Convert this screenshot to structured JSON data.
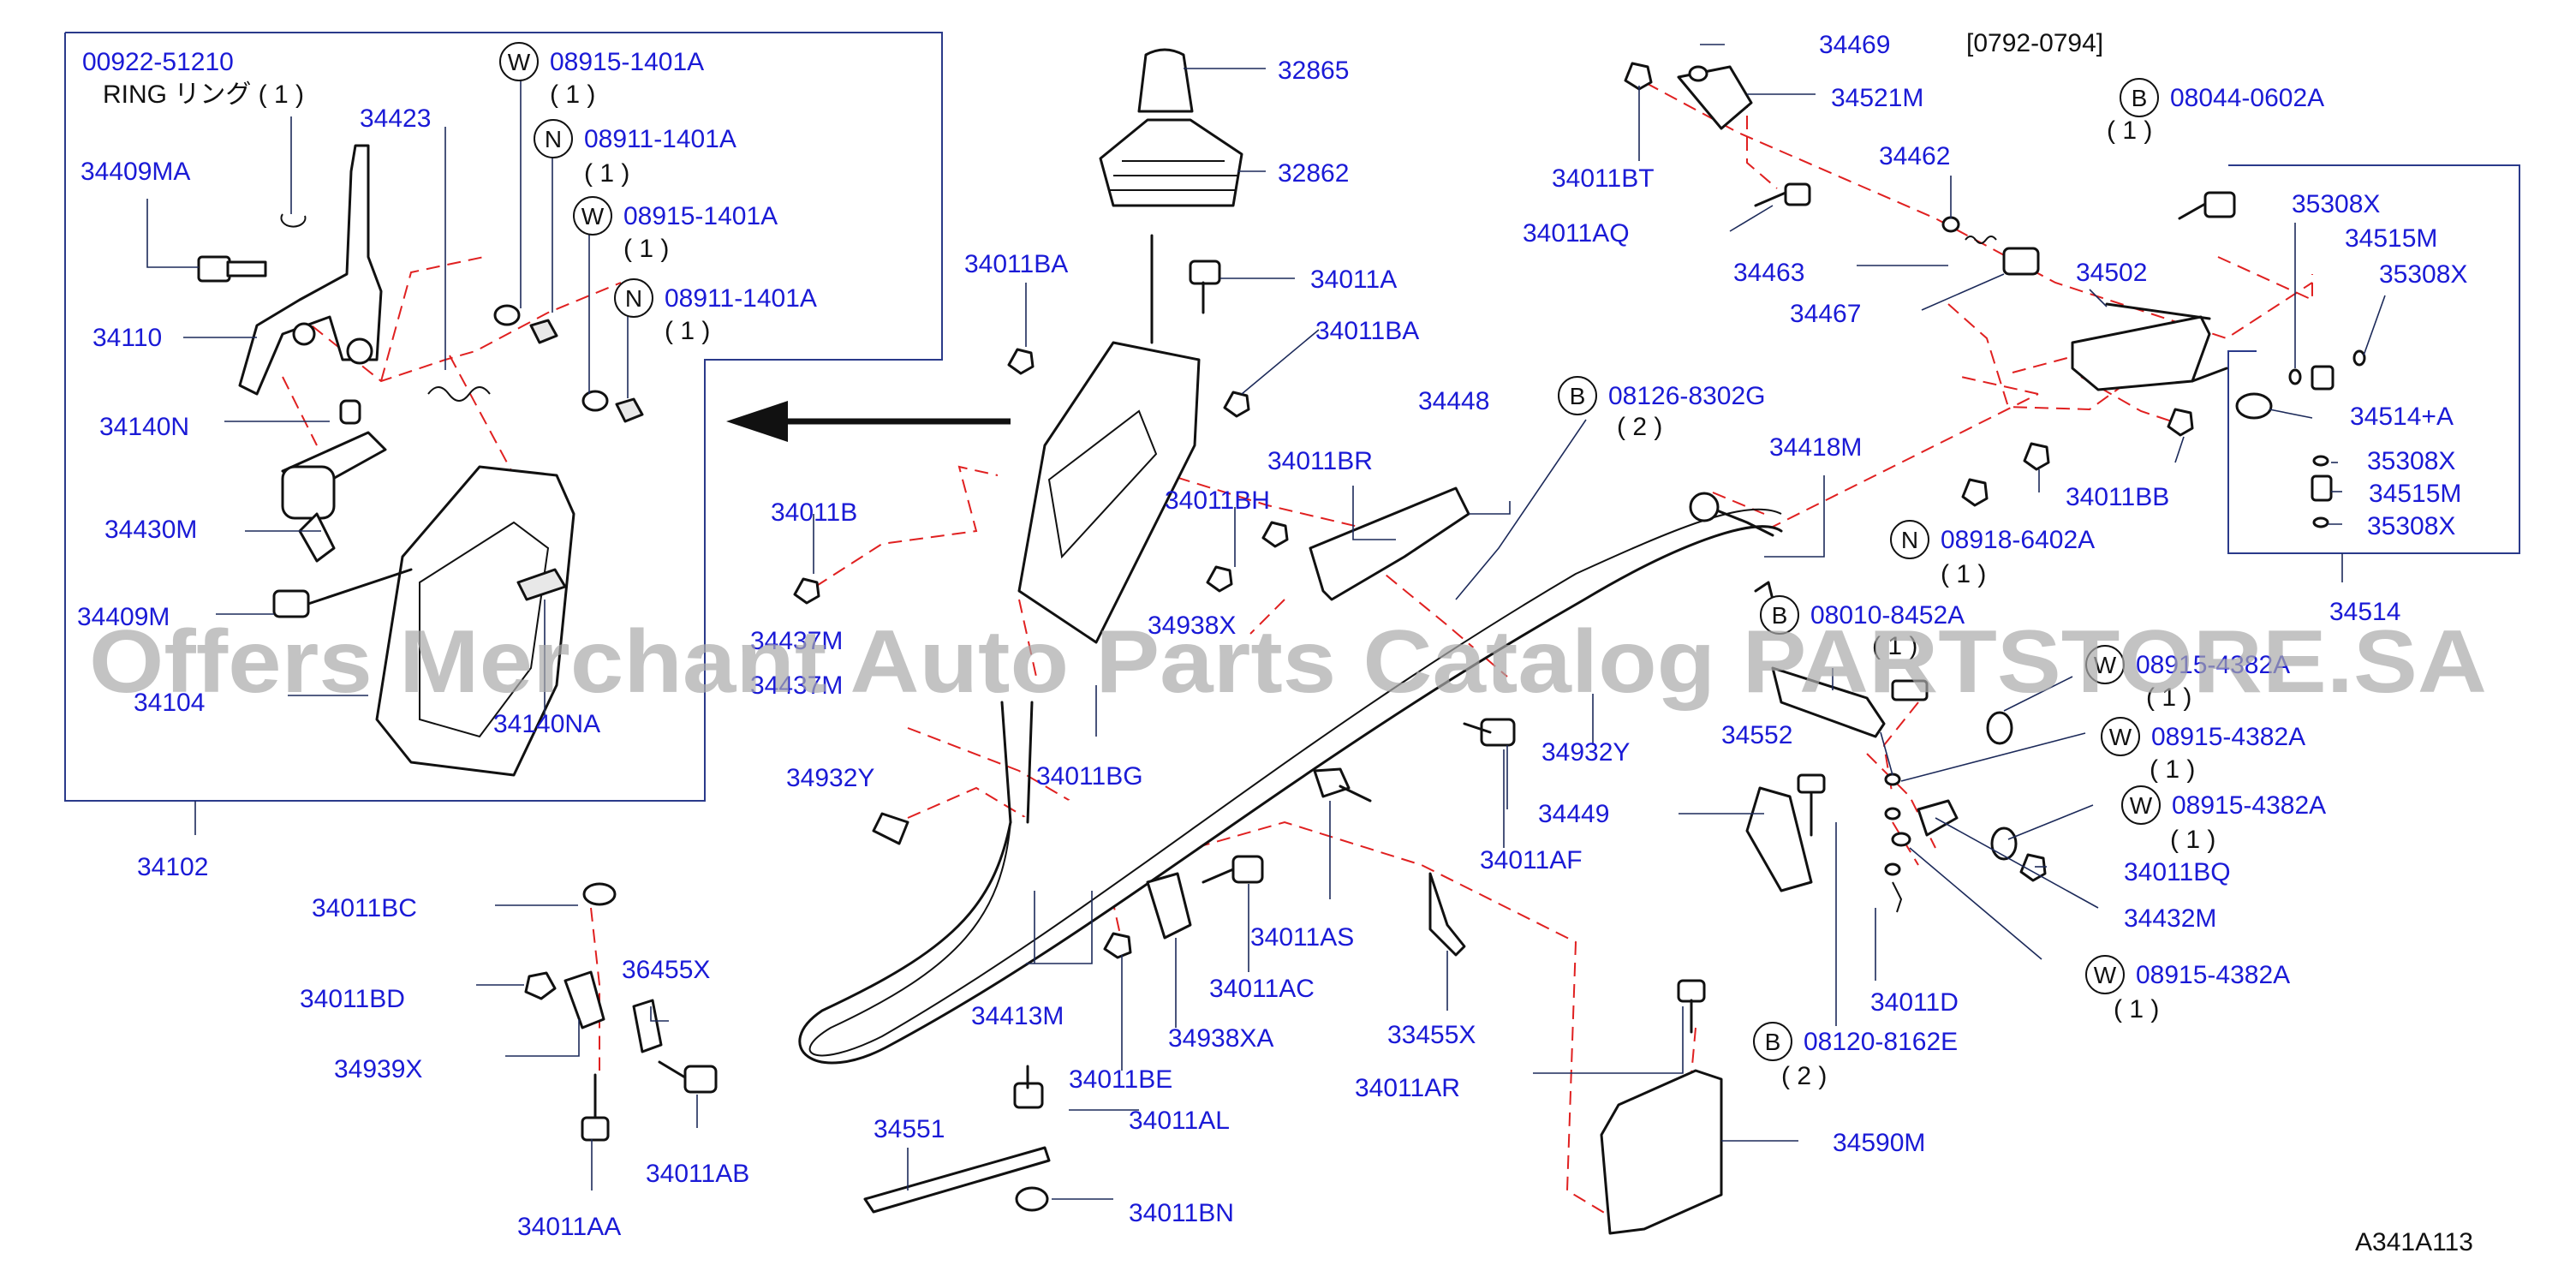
{
  "diagram": {
    "reference_code": "[0792-0794]",
    "figure_id": "A341A113",
    "watermark": "Offers Merchant Auto Parts Catalog PARTSTORE.SA",
    "arrow": "left-arrow"
  },
  "parts": [
    {
      "id": "p1",
      "text": "00922-51210"
    },
    {
      "id": "p2",
      "text": "RING リング ( 1 )"
    },
    {
      "id": "p3",
      "text": "08915-1401A",
      "prefix": "W"
    },
    {
      "id": "p4",
      "text": "( 1 )"
    },
    {
      "id": "p5",
      "text": "34423"
    },
    {
      "id": "p6",
      "text": "08911-1401A",
      "prefix": "N"
    },
    {
      "id": "p7",
      "text": "( 1 )"
    },
    {
      "id": "p8",
      "text": "34409MA"
    },
    {
      "id": "p9",
      "text": "08915-1401A",
      "prefix": "W"
    },
    {
      "id": "p10",
      "text": "( 1 )"
    },
    {
      "id": "p11",
      "text": "08911-1401A",
      "prefix": "N"
    },
    {
      "id": "p12",
      "text": "( 1 )"
    },
    {
      "id": "p13",
      "text": "34110"
    },
    {
      "id": "p14",
      "text": "34140N"
    },
    {
      "id": "p15",
      "text": "34430M"
    },
    {
      "id": "p16",
      "text": "34409M"
    },
    {
      "id": "p17",
      "text": "34104"
    },
    {
      "id": "p18",
      "text": "34140NA"
    },
    {
      "id": "p19",
      "text": "34102"
    },
    {
      "id": "p20",
      "text": "32865"
    },
    {
      "id": "p21",
      "text": "32862"
    },
    {
      "id": "p22",
      "text": "34011BA"
    },
    {
      "id": "p23",
      "text": "34011A"
    },
    {
      "id": "p24",
      "text": "34011BA"
    },
    {
      "id": "p25",
      "text": "34011B"
    },
    {
      "id": "p26",
      "text": "34437M"
    },
    {
      "id": "p27",
      "text": "34437M"
    },
    {
      "id": "p28",
      "text": "34938X"
    },
    {
      "id": "p29",
      "text": "34932Y"
    },
    {
      "id": "p30",
      "text": "34011BG"
    },
    {
      "id": "p31",
      "text": "34413M"
    },
    {
      "id": "p32",
      "text": "34011BC"
    },
    {
      "id": "p33",
      "text": "34011BD"
    },
    {
      "id": "p34",
      "text": "36455X"
    },
    {
      "id": "p35",
      "text": "34939X"
    },
    {
      "id": "p36",
      "text": "34011AB"
    },
    {
      "id": "p37",
      "text": "34011AA"
    },
    {
      "id": "p38",
      "text": "34011BE"
    },
    {
      "id": "p39",
      "text": "34011AL"
    },
    {
      "id": "p40",
      "text": "34551"
    },
    {
      "id": "p41",
      "text": "34011BN"
    },
    {
      "id": "p42",
      "text": "34011AC"
    },
    {
      "id": "p43",
      "text": "34938XA"
    },
    {
      "id": "p44",
      "text": "34011AS"
    },
    {
      "id": "p45",
      "text": "33455X"
    },
    {
      "id": "p46",
      "text": "34011AR"
    },
    {
      "id": "p47",
      "text": "34448"
    },
    {
      "id": "p48",
      "text": "34011BR"
    },
    {
      "id": "p49",
      "text": "34011BH"
    },
    {
      "id": "p50",
      "text": "08126-8302G",
      "prefix": "B"
    },
    {
      "id": "p51",
      "text": "( 2 )"
    },
    {
      "id": "p52",
      "text": "34418M"
    },
    {
      "id": "p53",
      "text": "34932Y"
    },
    {
      "id": "p54",
      "text": "34449"
    },
    {
      "id": "p55",
      "text": "34011AF"
    },
    {
      "id": "p56",
      "text": "34469"
    },
    {
      "id": "p57",
      "text": "34521M"
    },
    {
      "id": "p58",
      "text": "34011BT"
    },
    {
      "id": "p59",
      "text": "34011AQ"
    },
    {
      "id": "p60",
      "text": "34462"
    },
    {
      "id": "p61",
      "text": "34463"
    },
    {
      "id": "p62",
      "text": "34467"
    },
    {
      "id": "p63",
      "text": "34502"
    },
    {
      "id": "p64",
      "text": "08044-0602A",
      "prefix": "B"
    },
    {
      "id": "p65",
      "text": "( 1 )"
    },
    {
      "id": "p66",
      "text": "35308X"
    },
    {
      "id": "p67",
      "text": "34515M"
    },
    {
      "id": "p68",
      "text": "35308X"
    },
    {
      "id": "p69",
      "text": "34514+A"
    },
    {
      "id": "p70",
      "text": "35308X"
    },
    {
      "id": "p71",
      "text": "34515M"
    },
    {
      "id": "p72",
      "text": "35308X"
    },
    {
      "id": "p73",
      "text": "34514"
    },
    {
      "id": "p74",
      "text": "34011BB"
    },
    {
      "id": "p75",
      "text": "08918-6402A",
      "prefix": "N"
    },
    {
      "id": "p76",
      "text": "( 1 )"
    },
    {
      "id": "p77",
      "text": "08010-8452A",
      "prefix": "B"
    },
    {
      "id": "p78",
      "text": "( 1 )"
    },
    {
      "id": "p79",
      "text": "08915-4382A",
      "prefix": "W"
    },
    {
      "id": "p80",
      "text": "( 1 )"
    },
    {
      "id": "p81",
      "text": "34552"
    },
    {
      "id": "p82",
      "text": "08915-4382A",
      "prefix": "W"
    },
    {
      "id": "p83",
      "text": "( 1 )"
    },
    {
      "id": "p84",
      "text": "08915-4382A",
      "prefix": "W"
    },
    {
      "id": "p85",
      "text": "( 1 )"
    },
    {
      "id": "p86",
      "text": "34011BQ"
    },
    {
      "id": "p87",
      "text": "34432M"
    },
    {
      "id": "p88",
      "text": "34011D"
    },
    {
      "id": "p89",
      "text": "08915-4382A",
      "prefix": "W"
    },
    {
      "id": "p90",
      "text": "( 1 )"
    },
    {
      "id": "p91",
      "text": "08120-8162E",
      "prefix": "B"
    },
    {
      "id": "p92",
      "text": "( 2 )"
    },
    {
      "id": "p93",
      "text": "34590M"
    }
  ]
}
